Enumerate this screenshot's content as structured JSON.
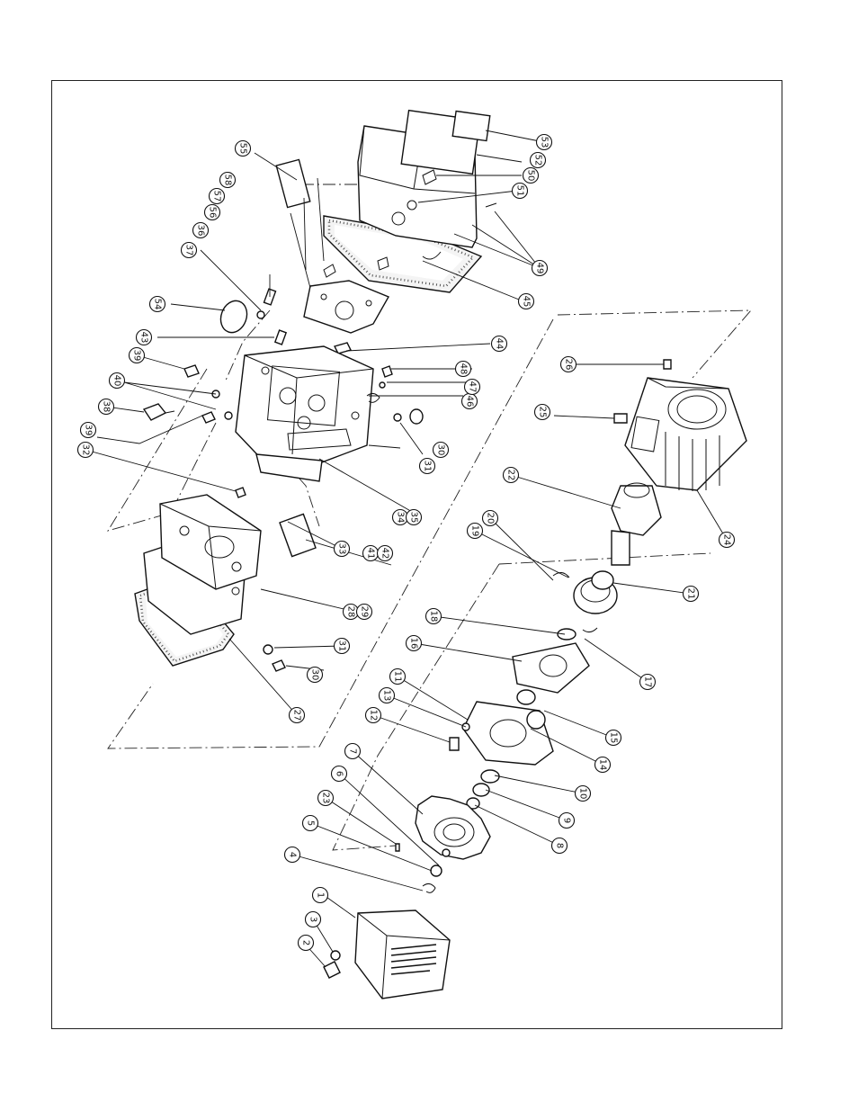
{
  "diagram": {
    "callouts": [
      {
        "label": "1"
      },
      {
        "label": "2"
      },
      {
        "label": "3"
      },
      {
        "label": "4"
      },
      {
        "label": "5"
      },
      {
        "label": "6"
      },
      {
        "label": "7"
      },
      {
        "label": "8"
      },
      {
        "label": "9"
      },
      {
        "label": "10"
      },
      {
        "label": "11"
      },
      {
        "label": "12"
      },
      {
        "label": "13"
      },
      {
        "label": "14"
      },
      {
        "label": "15"
      },
      {
        "label": "16"
      },
      {
        "label": "17"
      },
      {
        "label": "18"
      },
      {
        "label": "19"
      },
      {
        "label": "20"
      },
      {
        "label": "21"
      },
      {
        "label": "22"
      },
      {
        "label": "23"
      },
      {
        "label": "24"
      },
      {
        "label": "25"
      },
      {
        "label": "26"
      },
      {
        "label": "27"
      },
      {
        "label": "28"
      },
      {
        "label": "29"
      },
      {
        "label": "30"
      },
      {
        "label": "31"
      },
      {
        "label": "30"
      },
      {
        "label": "31"
      },
      {
        "label": "32"
      },
      {
        "label": "33"
      },
      {
        "label": "34"
      },
      {
        "label": "35"
      },
      {
        "label": "36"
      },
      {
        "label": "37"
      },
      {
        "label": "38"
      },
      {
        "label": "39"
      },
      {
        "label": "39"
      },
      {
        "label": "40"
      },
      {
        "label": "41"
      },
      {
        "label": "42"
      },
      {
        "label": "43"
      },
      {
        "label": "44"
      },
      {
        "label": "45"
      },
      {
        "label": "46"
      },
      {
        "label": "47"
      },
      {
        "label": "48"
      },
      {
        "label": "49"
      },
      {
        "label": "50"
      },
      {
        "label": "51"
      },
      {
        "label": "52"
      },
      {
        "label": "53"
      },
      {
        "label": "54"
      },
      {
        "label": "55"
      },
      {
        "label": "56"
      },
      {
        "label": "57"
      },
      {
        "label": "58"
      }
    ]
  }
}
